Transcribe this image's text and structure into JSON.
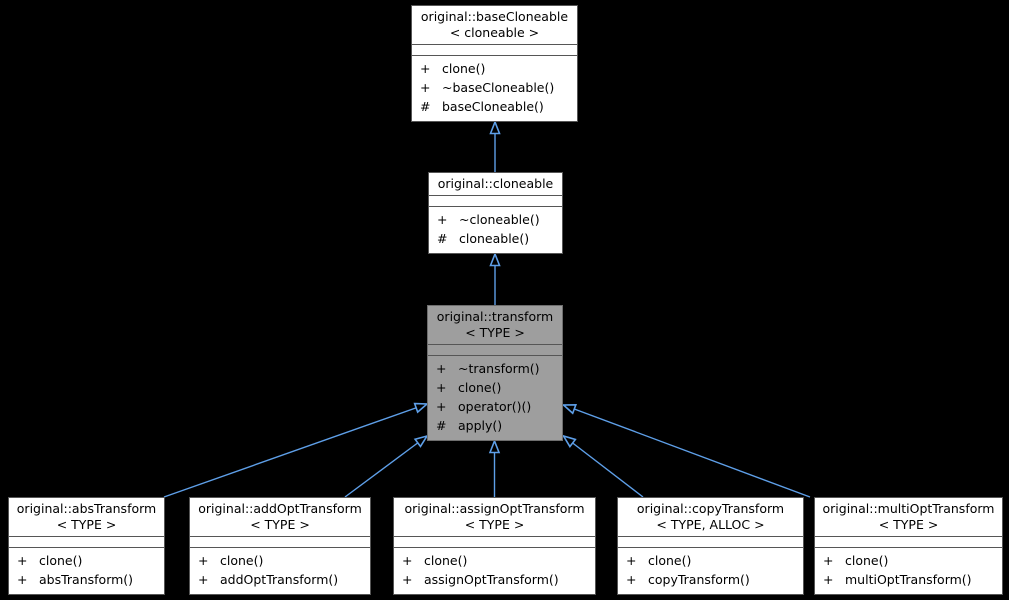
{
  "diagram": {
    "background_color": "#000000",
    "arrow_color": "#5e9fe8",
    "node_fill": "#ffffff",
    "highlight_fill": "#9e9e9e",
    "border_color": "#565656",
    "relation_type": "public-inheritance"
  },
  "classes": [
    {
      "id": "baseCloneable",
      "name": "original::baseCloneable",
      "template": "< cloneable >",
      "members": [
        {
          "access": "+",
          "label": "clone()"
        },
        {
          "access": "+",
          "label": "~baseCloneable()"
        },
        {
          "access": "#",
          "label": "baseCloneable()"
        }
      ]
    },
    {
      "id": "cloneable",
      "name": "original::cloneable",
      "template": "",
      "members": [
        {
          "access": "+",
          "label": "~cloneable()"
        },
        {
          "access": "#",
          "label": "cloneable()"
        }
      ]
    },
    {
      "id": "transform",
      "name": "original::transform",
      "template": "< TYPE >",
      "members": [
        {
          "access": "+",
          "label": "~transform()"
        },
        {
          "access": "+",
          "label": "clone()"
        },
        {
          "access": "+",
          "label": "operator()()"
        },
        {
          "access": "#",
          "label": "apply()"
        }
      ]
    },
    {
      "id": "absTransform",
      "name": "original::absTransform",
      "template": "< TYPE >",
      "members": [
        {
          "access": "+",
          "label": "clone()"
        },
        {
          "access": "+",
          "label": "absTransform()"
        }
      ]
    },
    {
      "id": "addOptTransform",
      "name": "original::addOptTransform",
      "template": "< TYPE >",
      "members": [
        {
          "access": "+",
          "label": "clone()"
        },
        {
          "access": "+",
          "label": "addOptTransform()"
        }
      ]
    },
    {
      "id": "assignOptTransform",
      "name": "original::assignOptTransform",
      "template": "< TYPE >",
      "members": [
        {
          "access": "+",
          "label": "clone()"
        },
        {
          "access": "+",
          "label": "assignOptTransform()"
        }
      ]
    },
    {
      "id": "copyTransform",
      "name": "original::copyTransform",
      "template": "< TYPE, ALLOC >",
      "members": [
        {
          "access": "+",
          "label": "clone()"
        },
        {
          "access": "+",
          "label": "copyTransform()"
        }
      ]
    },
    {
      "id": "multiOptTransform",
      "name": "original::multiOptTransform",
      "template": "< TYPE >",
      "members": [
        {
          "access": "+",
          "label": "clone()"
        },
        {
          "access": "+",
          "label": "multiOptTransform()"
        }
      ]
    }
  ],
  "edges": [
    {
      "from": "original::cloneable",
      "to": "original::baseCloneable",
      "type": "inheritance"
    },
    {
      "from": "original::transform",
      "to": "original::cloneable",
      "type": "inheritance"
    },
    {
      "from": "original::absTransform",
      "to": "original::transform",
      "type": "inheritance"
    },
    {
      "from": "original::addOptTransform",
      "to": "original::transform",
      "type": "inheritance"
    },
    {
      "from": "original::assignOptTransform",
      "to": "original::transform",
      "type": "inheritance"
    },
    {
      "from": "original::copyTransform",
      "to": "original::transform",
      "type": "inheritance"
    },
    {
      "from": "original::multiOptTransform",
      "to": "original::transform",
      "type": "inheritance"
    }
  ]
}
